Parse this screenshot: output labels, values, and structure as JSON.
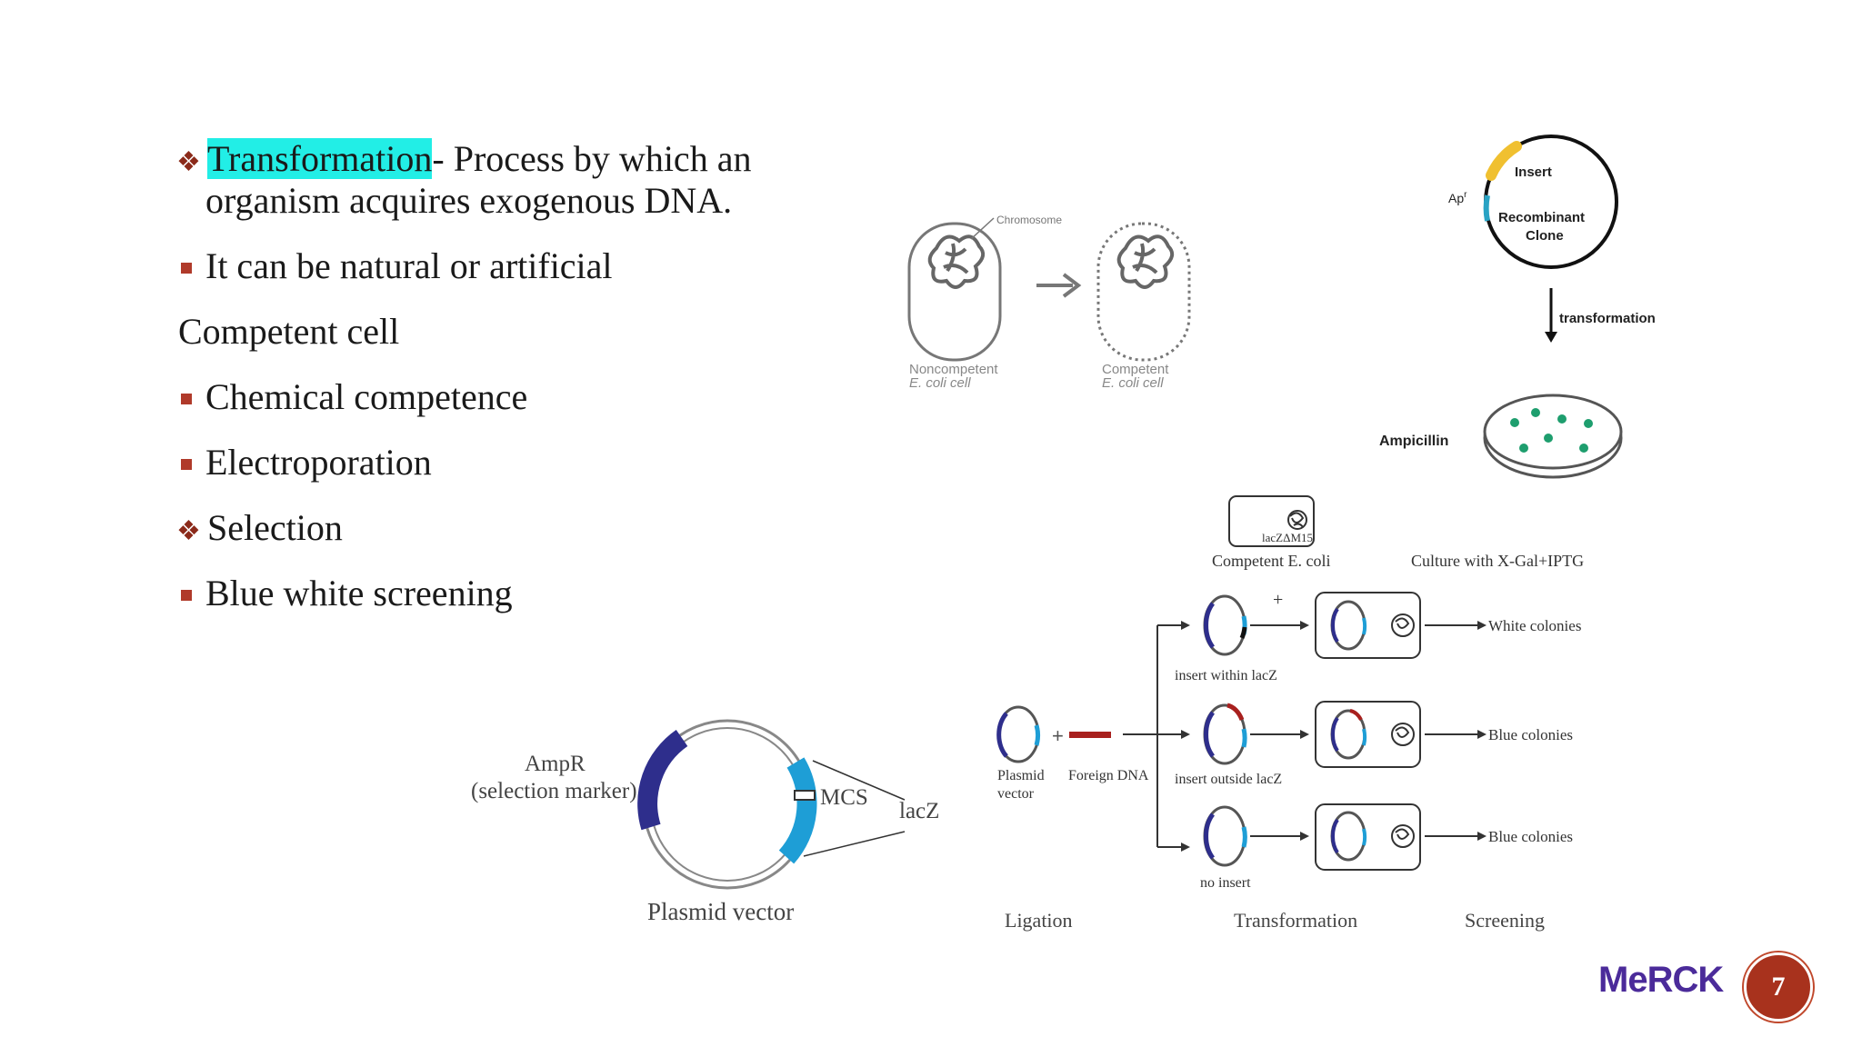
{
  "slide": {
    "page_number": "7",
    "logo_text": "MeRCK"
  },
  "bullets": {
    "transformation_term": "Transformation",
    "transformation_rest": "- Process by which an",
    "transformation_line2": "organism acquires exogenous DNA.",
    "natural": "It can be natural or artificial",
    "competent_heading": "Competent cell",
    "chemical": "Chemical competence",
    "electroporation": "Electroporation",
    "selection": "Selection",
    "blue_white": "Blue white screening"
  },
  "competence_figure": {
    "chromosome": "Chromosome",
    "noncompetent_1": "Noncompetent",
    "noncompetent_2": "E. coli cell",
    "competent_1": "Competent",
    "competent_2": "E. coli cell"
  },
  "recombinant_figure": {
    "insert": "Insert",
    "ap": "Ap",
    "ap_sup": "r",
    "clone_1": "Recombinant",
    "clone_2": "Clone",
    "transformation": "transformation",
    "ampicillin": "Ampicillin"
  },
  "plasmid_figure": {
    "ampr_1": "AmpR",
    "ampr_2": "(selection marker)",
    "mcs": "MCS",
    "lacz": "lacZ",
    "caption": "Plasmid vector"
  },
  "screening_figure": {
    "lacz_m15": "lacZΔM15",
    "competent_ecoli": "Competent E. coli",
    "culture": "Culture with X-Gal+IPTG",
    "plus": "+",
    "plasmid_1": "Plasmid",
    "plasmid_2": "vector",
    "foreign_dna": "Foreign DNA",
    "insert_within": "insert within lacZ",
    "insert_outside": "insert outside lacZ",
    "no_insert": "no insert",
    "white_colonies": "White colonies",
    "blue_colonies_1": "Blue colonies",
    "blue_colonies_2": "Blue colonies",
    "ligation": "Ligation",
    "transformation": "Transformation",
    "screening": "Screening"
  },
  "colors": {
    "highlight": "#22eee6",
    "bullet": "#b03a2a",
    "amp_marker": "#2e2e8c",
    "lacz_blue": "#1e9ed6",
    "colony_green": "#1e9e6e",
    "foreign_dna": "#a8201e",
    "logo": "#4b2b9a"
  }
}
